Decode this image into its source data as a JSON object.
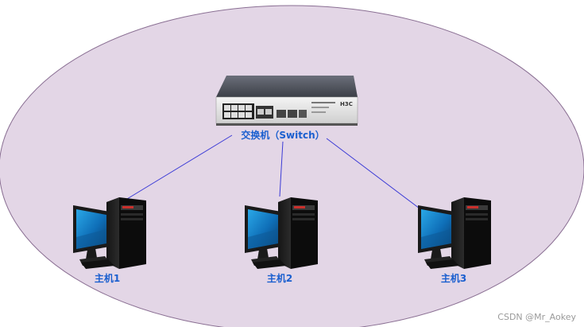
{
  "diagram": {
    "switch": {
      "label": "交换机（Switch）",
      "brand": "H3C"
    },
    "hosts": [
      {
        "label": "主机1"
      },
      {
        "label": "主机2"
      },
      {
        "label": "主机3"
      }
    ],
    "watermark": "CSDN @Mr_Aokey",
    "colors": {
      "region_fill": "#e3d6e6",
      "region_stroke": "#8a6f93",
      "link": "#3b3bd6",
      "label": "#1a5fcf"
    }
  }
}
